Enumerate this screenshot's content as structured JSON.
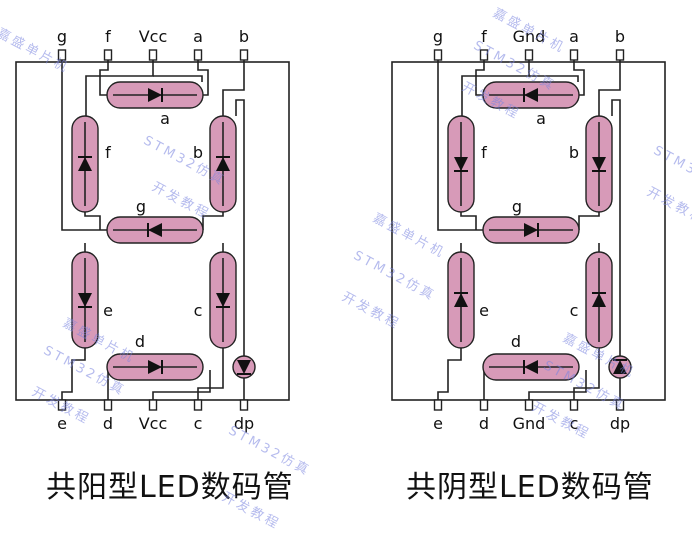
{
  "diagrams": [
    {
      "id": "common-anode",
      "title": "共阳型LED数码管",
      "top_pins": [
        "g",
        "f",
        "Vcc",
        "a",
        "b"
      ],
      "bottom_pins": [
        "e",
        "d",
        "Vcc",
        "c",
        "dp"
      ],
      "segment_labels": [
        "a",
        "b",
        "c",
        "d",
        "e",
        "f",
        "g"
      ],
      "led_direction": "anode-common"
    },
    {
      "id": "common-cathode",
      "title": "共阴型LED数码管",
      "top_pins": [
        "g",
        "f",
        "Gnd",
        "a",
        "b"
      ],
      "bottom_pins": [
        "e",
        "d",
        "Gnd",
        "c",
        "dp"
      ],
      "segment_labels": [
        "a",
        "b",
        "c",
        "d",
        "e",
        "f",
        "g"
      ],
      "led_direction": "cathode-common"
    }
  ],
  "watermarks": {
    "line1": "嘉盛单片机",
    "line2": "STM32仿真",
    "line3": "开发教程"
  },
  "colors": {
    "segment_fill": "#d79ab8",
    "segment_stroke": "#222222",
    "wire": "#222222"
  }
}
